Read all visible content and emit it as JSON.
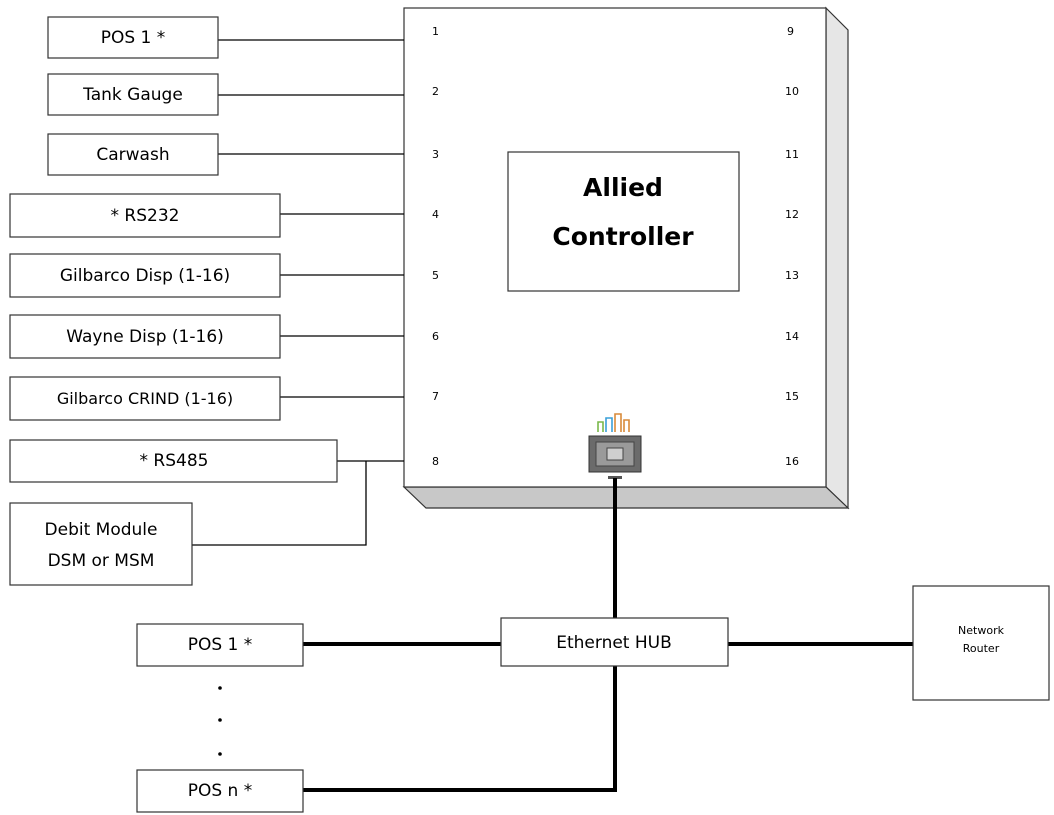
{
  "controller": {
    "title_line1": "Allied",
    "title_line2": "Controller",
    "ports_left": [
      "1",
      "2",
      "3",
      "4",
      "5",
      "6",
      "7",
      "8"
    ],
    "ports_right": [
      "9",
      "10",
      "11",
      "12",
      "13",
      "14",
      "15",
      "16"
    ]
  },
  "devices": {
    "pos1_serial": "POS 1 *",
    "tank_gauge": "Tank Gauge",
    "carwash": "Carwash",
    "rs232": "* RS232",
    "gilbarco_disp": "Gilbarco Disp (1-16)",
    "wayne_disp": "Wayne Disp (1-16)",
    "gilbarco_crind": "Gilbarco CRIND (1-16)",
    "rs485": "* RS485",
    "debit_module_line1": "Debit Module",
    "debit_module_line2": "DSM or MSM"
  },
  "network": {
    "hub": "Ethernet HUB",
    "router_line1": "Network",
    "router_line2": "Router",
    "pos1": "POS 1 *",
    "posn": "POS n *",
    "ellipsis": "·"
  },
  "colors": {
    "panel_shadow": "#c8c8c8",
    "rj45_body": "#6b6b6b",
    "rj45_pins": [
      "#d88a3a",
      "#3aa0d8",
      "#7ab84a",
      "#d88a3a"
    ]
  }
}
